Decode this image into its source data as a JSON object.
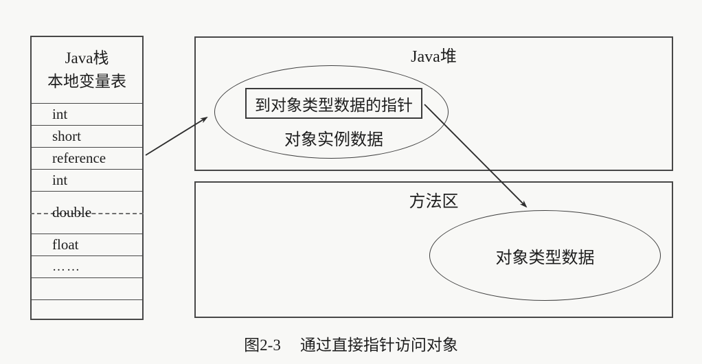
{
  "stack_table": {
    "title_line1": "Java栈",
    "title_line2": "本地变量表",
    "rows": [
      {
        "label": "int",
        "type": "normal"
      },
      {
        "label": "short",
        "type": "normal"
      },
      {
        "label": "reference",
        "type": "normal"
      },
      {
        "label": "int",
        "type": "normal"
      },
      {
        "label": "double",
        "type": "double-slot"
      },
      {
        "label": "float",
        "type": "normal"
      },
      {
        "label": "……",
        "type": "dots"
      },
      {
        "label": "",
        "type": "empty"
      },
      {
        "label": "",
        "type": "empty"
      }
    ]
  },
  "heap_box": {
    "title": "Java堆",
    "pointer_box_label": "到对象类型数据的指针",
    "instance_data_label": "对象实例数据"
  },
  "method_area_box": {
    "title": "方法区",
    "type_data_label": "对象类型数据"
  },
  "caption": {
    "figure_number": "图2-3",
    "text": "通过直接指针访问对象"
  },
  "colors": {
    "background": "#f8f8f6",
    "line": "#474747",
    "text": "#1e1e1e"
  }
}
